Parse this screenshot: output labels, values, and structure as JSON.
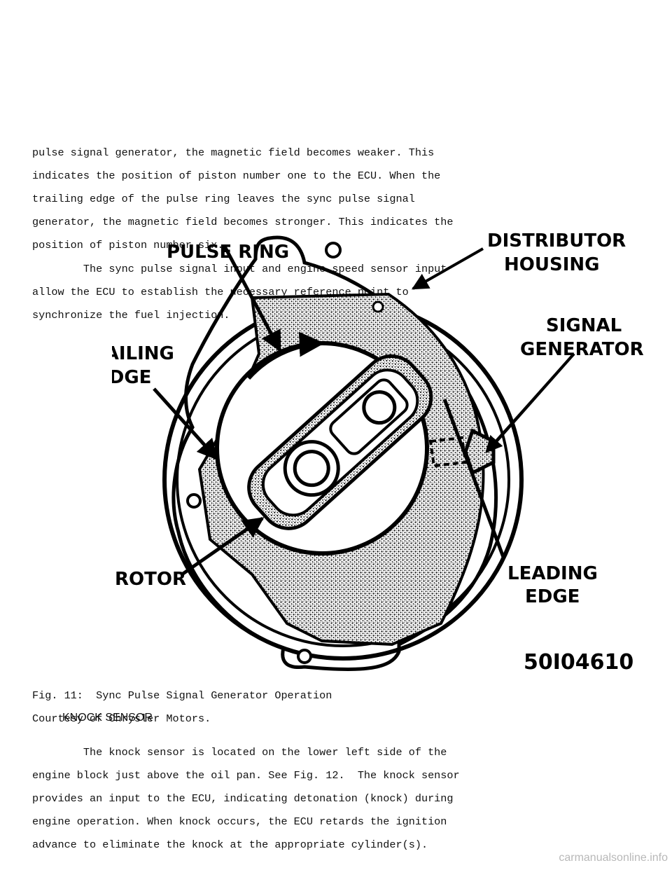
{
  "top_paragraph": [
    "pulse signal generator, the magnetic field becomes weaker. This",
    "indicates the position of piston number one to the ECU. When the",
    "trailing edge of the pulse ring leaves the sync pulse signal",
    "generator, the magnetic field becomes stronger. This indicates the",
    "position of piston number six.",
    "        The sync pulse signal input and engine speed sensor input",
    "allow the ECU to establish the necessary reference point to",
    "synchronize the fuel injection."
  ],
  "figure": {
    "labels": {
      "pulse_ring": "PULSE RING",
      "distributor_line1": "DISTRIBUTOR",
      "distributor_line2": "HOUSING",
      "signal_line1": "SIGNAL",
      "signal_line2": "GENERATOR",
      "trailing_line1": "TRAILING",
      "trailing_line2": "EDGE",
      "rotor": "ROTOR",
      "leading_line1": "LEADING",
      "leading_line2": "EDGE",
      "figure_code": "50I04610"
    }
  },
  "caption": {
    "line1": "Fig. 11:  Sync Pulse Signal Generator Operation",
    "line2": "Courtesy of Chrysler Motors."
  },
  "section_heading": "KNOCK SENSOR",
  "knock_paragraph": [
    "        The knock sensor is located on the lower left side of the",
    "engine block just above the oil pan. See Fig. 12.  The knock sensor",
    "provides an input to the ECU, indicating detonation (knock) during",
    "engine operation. When knock occurs, the ECU retards the ignition",
    "advance to eliminate the knock at the appropriate cylinder(s)."
  ],
  "watermark": "carmanualsonline.info"
}
